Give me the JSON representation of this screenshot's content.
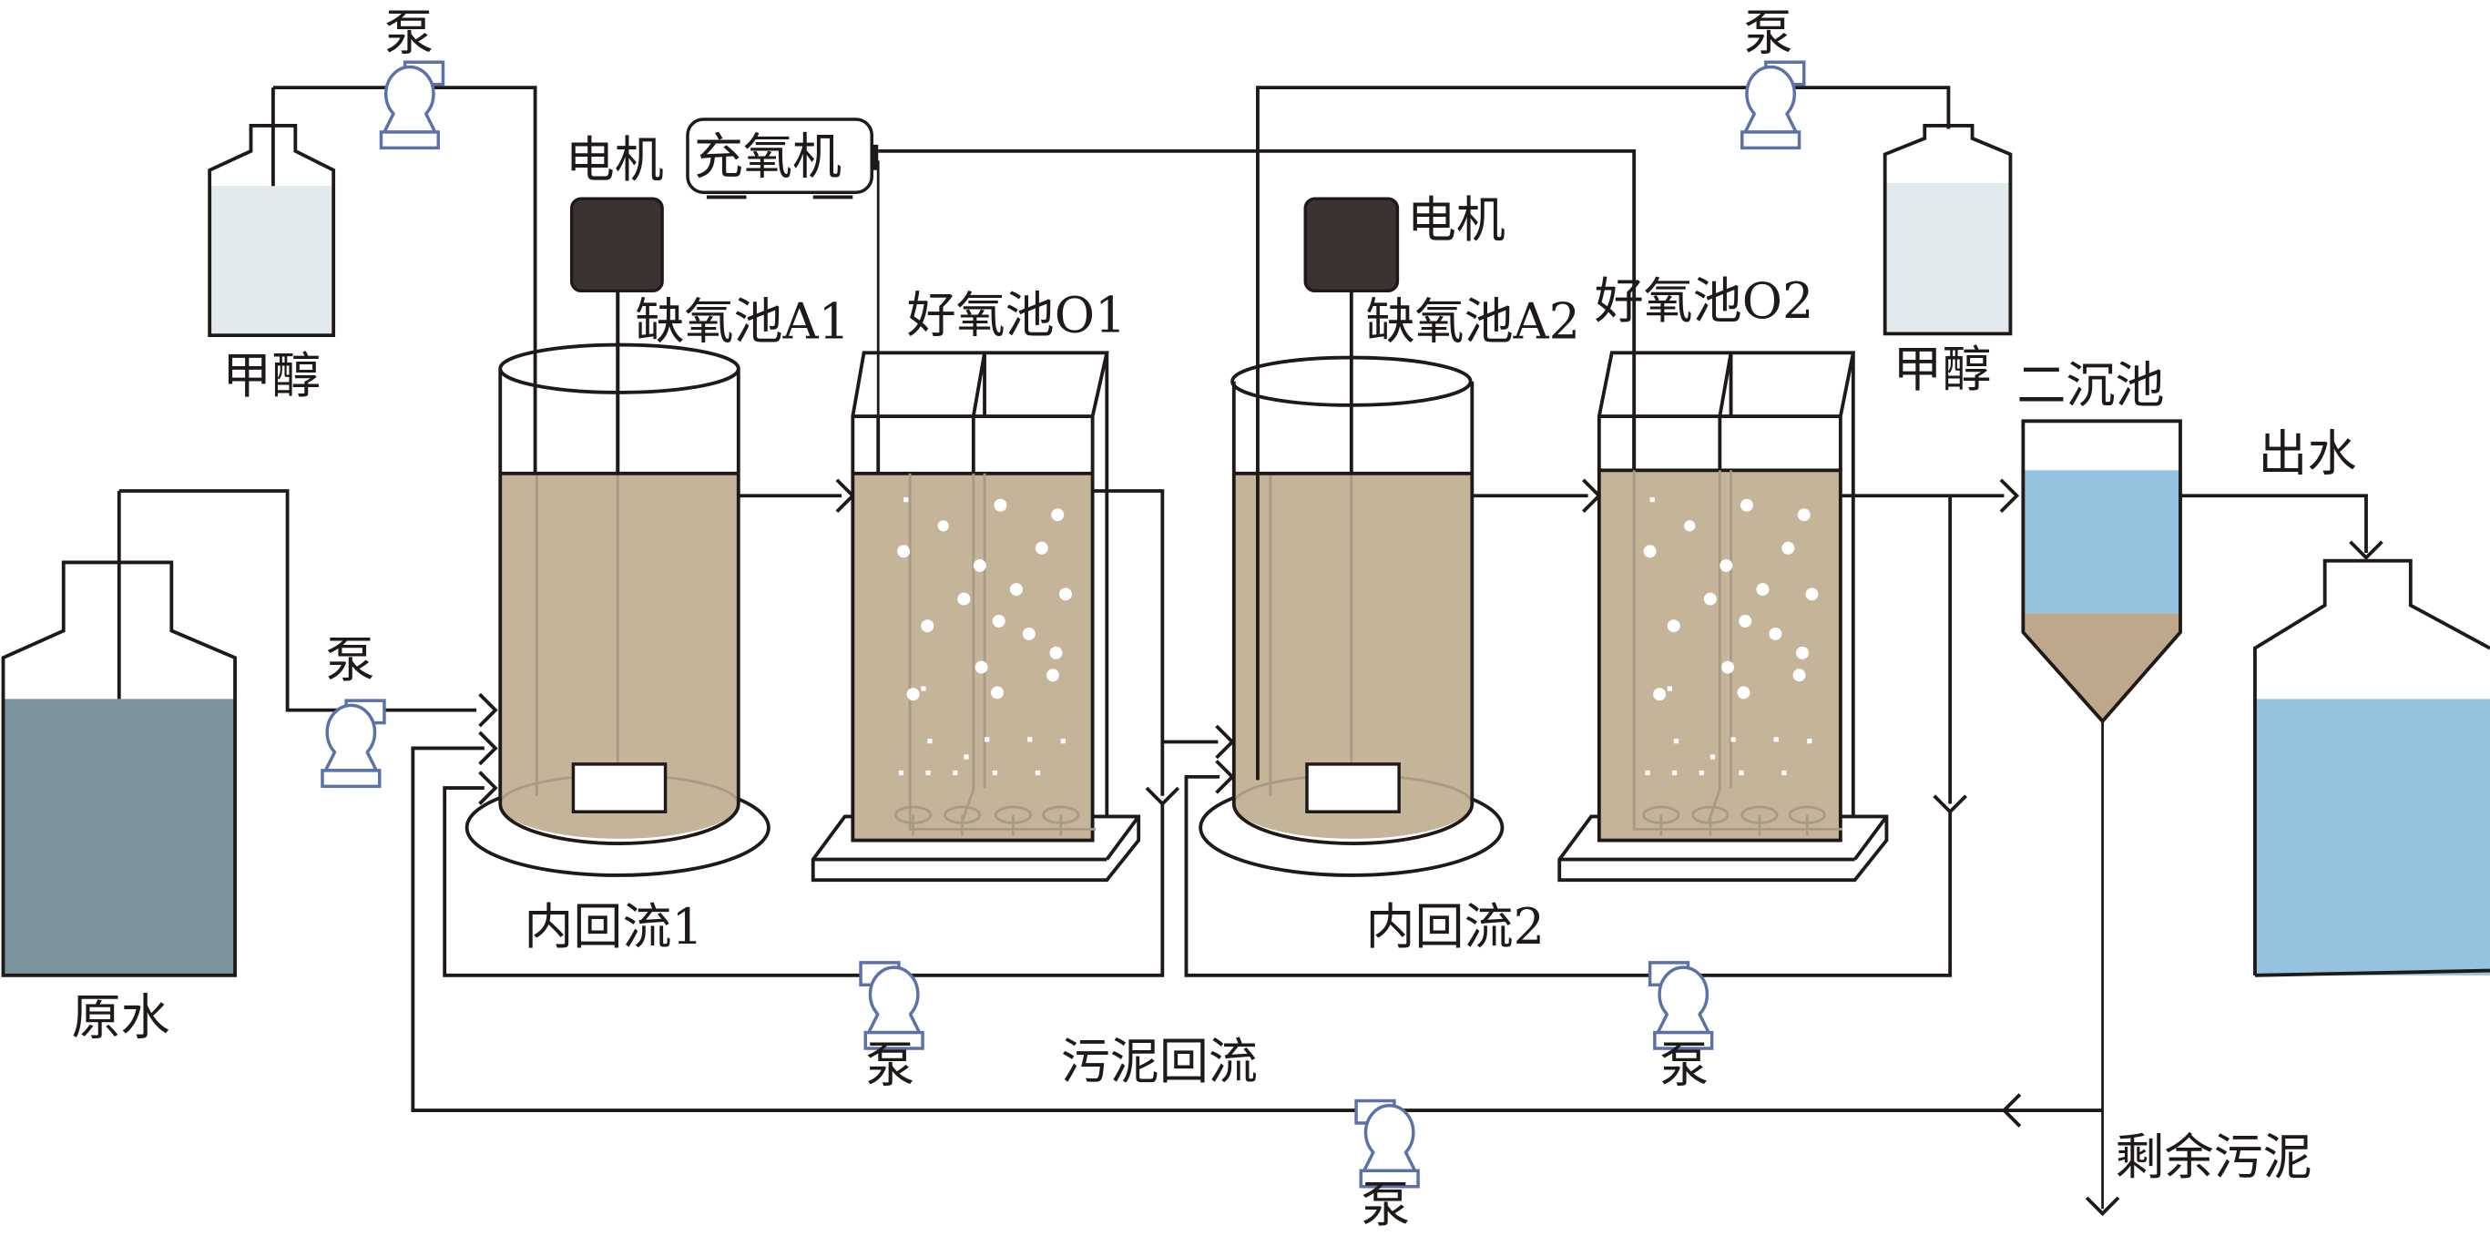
{
  "colors": {
    "line": "#1f1a17",
    "sludge_liquid": "#c4b49a",
    "raw_water": "#7b939d",
    "clear_water": "#95c2de",
    "methanol": "#e3eaed",
    "settled_sludge": "#bda88c",
    "motor": "#3a3331",
    "pump": "#5a72a8"
  },
  "labels": {
    "pump": "泵",
    "methanol": "甲醇",
    "motor": "电机",
    "aerator": "充氧机",
    "anoxic_1": "缺氧池A1",
    "aerobic_1": "好氧池O1",
    "anoxic_2": "缺氧池A2",
    "aerobic_2": "好氧池O2",
    "secondary_clarifier": "二沉池",
    "effluent": "出水",
    "raw_water": "原水",
    "internal_recycle_1": "内回流1",
    "internal_recycle_2": "内回流2",
    "sludge_recycle": "污泥回流",
    "excess_sludge": "剩余污泥"
  },
  "icons": {
    "pump": "centrifugal-pump-icon",
    "motor": "stirrer-motor-icon",
    "aerator": "air-pump-icon",
    "diffuser": "air-diffuser-icon"
  }
}
